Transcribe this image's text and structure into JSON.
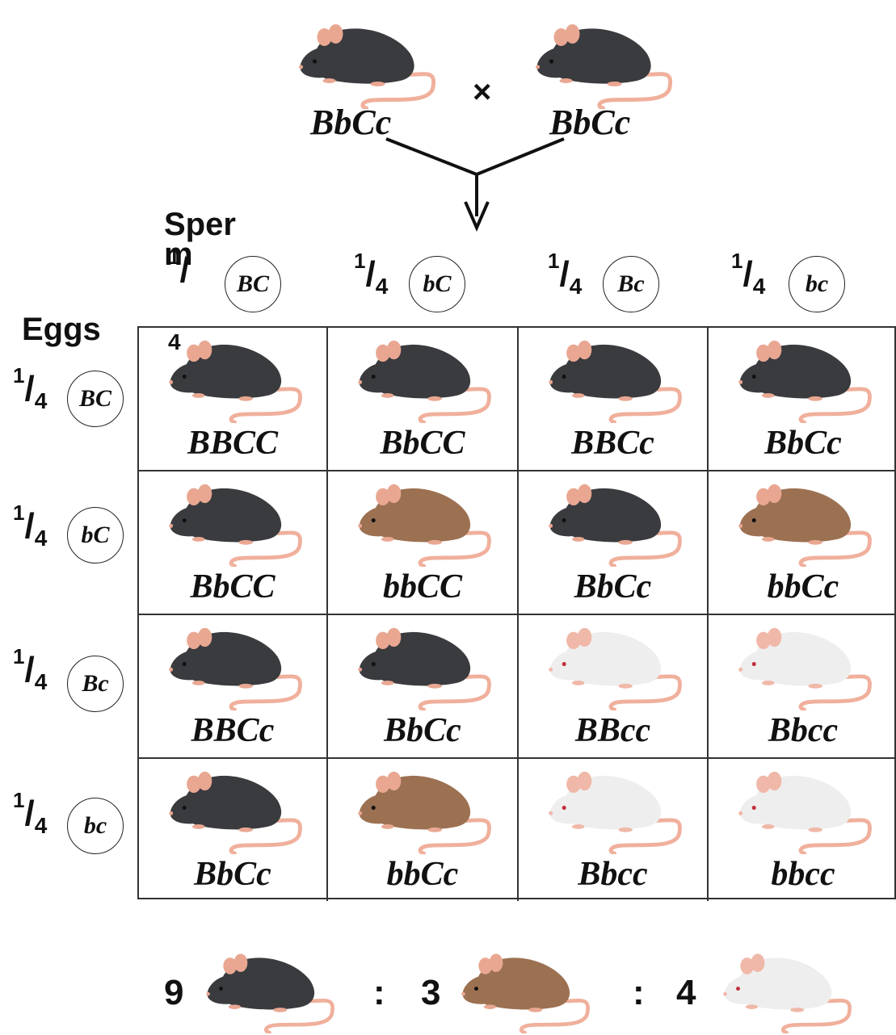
{
  "colors": {
    "black": "#3a3b3e",
    "brown": "#9c7152",
    "white": "#eeeeee",
    "ear": "#e9a792",
    "tail": "#f0b09c"
  },
  "cross": {
    "parent_left": "BbCc",
    "symbol": "×",
    "parent_right": "BbCc"
  },
  "labels": {
    "sperm": "Sperm",
    "eggs": "Eggs",
    "frac_num": "1",
    "frac_den": "4"
  },
  "sperm_gametes": [
    "BC",
    "bC",
    "Bc",
    "bc"
  ],
  "egg_gametes": [
    "BC",
    "bC",
    "Bc",
    "bc"
  ],
  "grid": {
    "genotypes": [
      [
        "BBCC",
        "BbCC",
        "BBCc",
        "BbCc"
      ],
      [
        "BbCC",
        "bbCC",
        "BbCc",
        "bbCc"
      ],
      [
        "BBCc",
        "BbCc",
        "BBcc",
        "Bbcc"
      ],
      [
        "BbCc",
        "bbCc",
        "Bbcc",
        "bbcc"
      ]
    ],
    "phenotypes": [
      [
        "black",
        "black",
        "black",
        "black"
      ],
      [
        "black",
        "brown",
        "black",
        "brown"
      ],
      [
        "black",
        "black",
        "white",
        "white"
      ],
      [
        "black",
        "brown",
        "white",
        "white"
      ]
    ]
  },
  "ratio": {
    "black": "9",
    "sep1": ":",
    "brown": "3",
    "sep2": ":",
    "white": "4"
  }
}
